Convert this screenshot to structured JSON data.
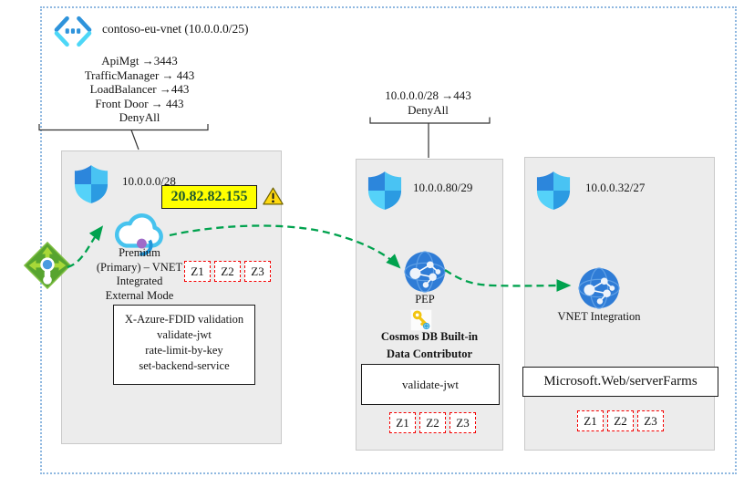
{
  "header": {
    "vnet_label": "contoso-eu-vnet (10.0.0.0/25)"
  },
  "vnet_nsg_rules": {
    "lines": [
      "ApiMgt →3443",
      "TrafficManager → 443",
      "LoadBalancer →443",
      "Front Door → 443",
      "DenyAll"
    ]
  },
  "apim_subnet_rules": {
    "lines": [
      "10.0.0.0/28 →443",
      "DenyAll"
    ]
  },
  "subnets": {
    "apim": {
      "cidr": "10.0.0.0/28",
      "public_ip": "20.82.82.155",
      "node_lines": [
        "Premium",
        "(Primary) – VNET",
        "Integrated",
        "External Mode"
      ],
      "zones": [
        "Z1",
        "Z2",
        "Z3"
      ],
      "policy_lines": [
        "X-Azure-FDID validation",
        "validate-jwt",
        "rate-limit-by-key",
        "set-backend-service"
      ]
    },
    "pep": {
      "cidr": "10.0.0.80/29",
      "node_label": "PEP",
      "role_lines": [
        "Cosmos DB Built-in",
        "Data Contributor"
      ],
      "policy": "validate-jwt",
      "zones": [
        "Z1",
        "Z2",
        "Z3"
      ]
    },
    "integration": {
      "cidr": "10.0.0.32/27",
      "node_label": "VNET Integration",
      "resource": "Microsoft.Web/serverFarms",
      "zones": [
        "Z1",
        "Z2",
        "Z3"
      ]
    }
  },
  "icons": {
    "vnet": "angle-brackets-with-dots",
    "nsg": "blue-checker-shield",
    "apim": "cyan-cloud-purple-dot",
    "private_endpoint": "blue-network-globe",
    "vnet_integration": "blue-network-globe",
    "cosmos_role": "gold-key-with-blue-gear",
    "traffic_manager": "green-diamond-arrows-pin",
    "warning": "⚠"
  },
  "colors": {
    "arrow_green": "#00A24E",
    "zone_border": "#F40000",
    "public_ip_bg": "#FFFF00",
    "public_ip_text": "#1E5A2E",
    "outer_border": "#8FB8E0",
    "subnet_bg": "#ECECEC"
  }
}
